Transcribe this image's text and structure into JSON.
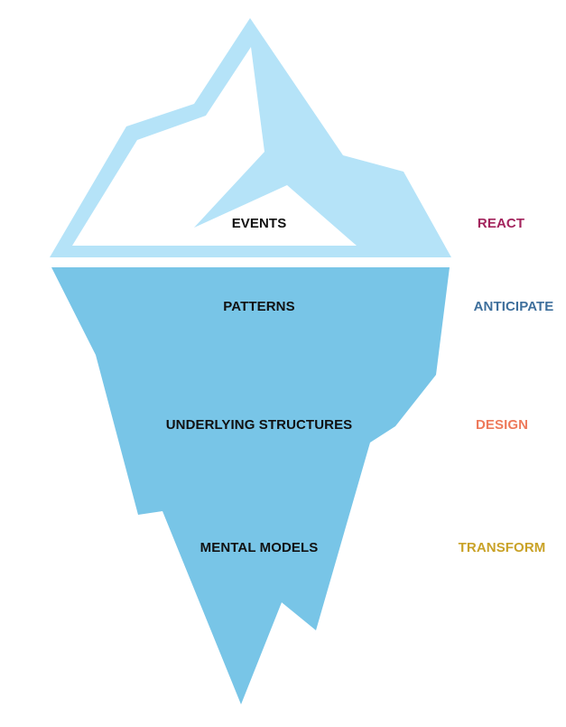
{
  "levels": [
    {
      "label": "EVENTS",
      "action": "REACT",
      "action_color": "#a3245d"
    },
    {
      "label": "PATTERNS",
      "action": "ANTICIPATE",
      "action_color": "#3e6f9c"
    },
    {
      "label": "UNDERLYING STRUCTURES",
      "action": "DESIGN",
      "action_color": "#ee7a5b"
    },
    {
      "label": "MENTAL MODELS",
      "action": "TRANSFORM",
      "action_color": "#c9a227"
    }
  ],
  "colors": {
    "ice_tip": "#b5e3f8",
    "ice_snow": "#ffffff",
    "ice_underwater": "#78c5e7",
    "label_text": "#111111"
  }
}
